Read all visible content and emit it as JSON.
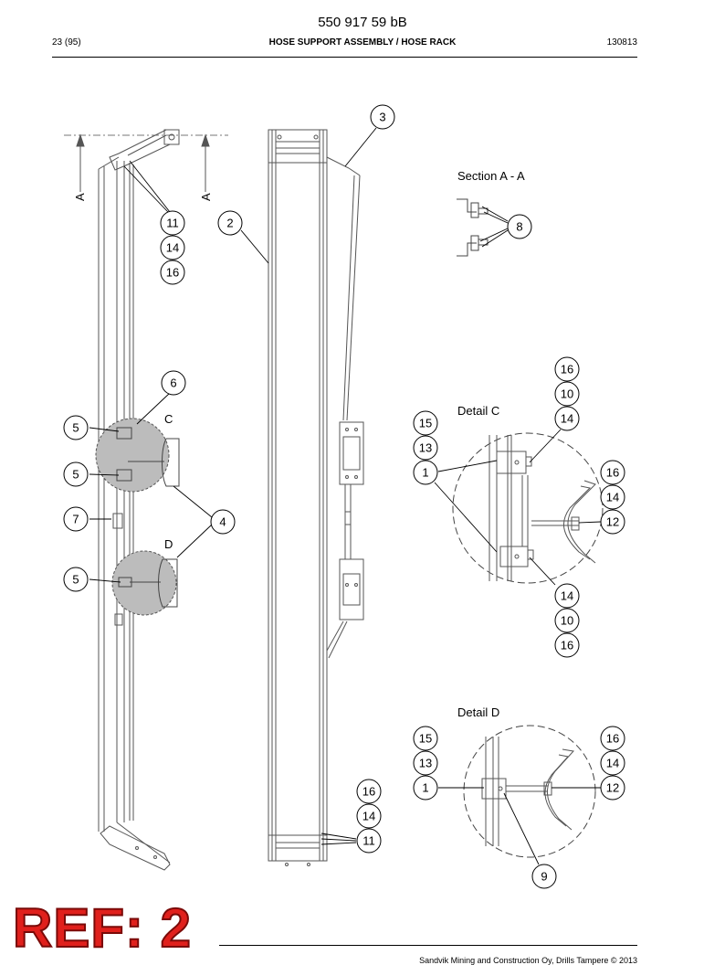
{
  "header": {
    "doc_number": "550 917 59 bB",
    "page": "23 (95)",
    "title": "HOSE SUPPORT ASSEMBLY / HOSE RACK",
    "date": "130813"
  },
  "drawing": {
    "section_label": "Section A - A",
    "detail_c_label": "Detail C",
    "detail_d_label": "Detail D",
    "view_marker": "A",
    "zone_c": "C",
    "zone_d": "D",
    "callouts": {
      "c3": "3",
      "c11a": "11",
      "c14a": "14",
      "c16a": "16",
      "c2": "2",
      "c8": "8",
      "c6": "6",
      "c5a": "5",
      "c5b": "5",
      "c7": "7",
      "c4": "4",
      "c5c": "5",
      "dc16t": "16",
      "dc10t": "10",
      "dc14t": "14",
      "dc15": "15",
      "dc13": "13",
      "dc1": "1",
      "dc16r": "16",
      "dc14r": "14",
      "dc12": "12",
      "dc14b": "14",
      "dc10b": "10",
      "dc16b": "16",
      "dd15": "15",
      "dd13": "13",
      "dd1": "1",
      "dd16": "16",
      "dd14": "14",
      "dd12": "12",
      "dd9": "9",
      "b16": "16",
      "b14": "14",
      "b11": "11"
    }
  },
  "stamp": {
    "text": "REF: 2",
    "color": "#e0201c"
  },
  "footer": {
    "copyright": "Sandvik Mining and Construction Oy, Drills Tampere © 2013"
  }
}
